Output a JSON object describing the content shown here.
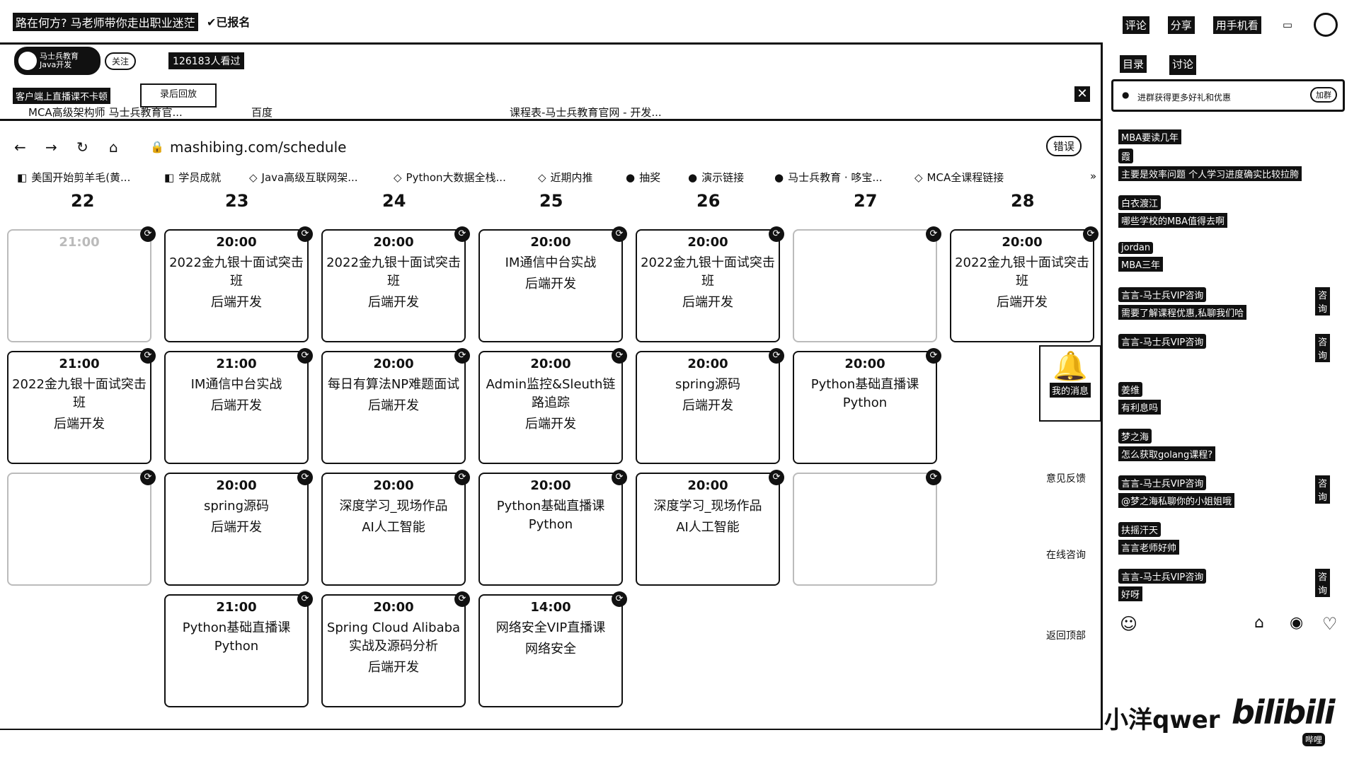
{
  "topbar": {
    "title": "路在何方? 马老师带你走出职业迷茫",
    "registered": "✔已报名",
    "right": [
      "评论",
      "分享",
      "用手机看",
      "▭"
    ]
  },
  "stream": {
    "org_name": "马士兵教育",
    "org_sub": "Java开发",
    "follow": "关注",
    "views": "126183人看过",
    "client_tip": "客户端上直播课不卡顿",
    "tab_label": "录后回放"
  },
  "browser": {
    "tabs": [
      "MCA高级架构师 马士兵教育官...",
      "百度",
      "课程表-马士兵教育官网 - 开发..."
    ],
    "url": "mashibing.com/schedule",
    "error_btn": "错误",
    "bookmarks": [
      "美国开始剪羊毛(黄...",
      "学员成就",
      "Java高级互联网架...",
      "Python大数据全栈...",
      "近期内推",
      "抽奖",
      "演示链接",
      "马士兵教育 · 哆宝...",
      "MCA全课程链接"
    ]
  },
  "calendar": {
    "days": [
      "22",
      "23",
      "24",
      "25",
      "26",
      "27",
      "28"
    ],
    "rows": [
      [
        {
          "time": "21:00",
          "title": "",
          "tag": "",
          "faint": true
        },
        {
          "time": "20:00",
          "title": "2022金九银十面试突击班",
          "tag": "后端开发"
        },
        {
          "time": "20:00",
          "title": "2022金九银十面试突击班",
          "tag": "后端开发"
        },
        {
          "time": "20:00",
          "title": "IM通信中台实战",
          "tag": "后端开发"
        },
        {
          "time": "20:00",
          "title": "2022金九银十面试突击班",
          "tag": "后端开发"
        },
        {
          "time": "",
          "title": "",
          "tag": "",
          "faint": true
        },
        {
          "time": "20:00",
          "title": "2022金九银十面试突击班",
          "tag": "后端开发"
        }
      ],
      [
        {
          "time": "21:00",
          "title": "2022金九银十面试突击班",
          "tag": "后端开发"
        },
        {
          "time": "21:00",
          "title": "IM通信中台实战",
          "tag": "后端开发"
        },
        {
          "time": "20:00",
          "title": "每日有算法NP难题面试",
          "tag": "后端开发"
        },
        {
          "time": "20:00",
          "title": "Admin监控&Sleuth链路追踪",
          "tag": "后端开发"
        },
        {
          "time": "20:00",
          "title": "spring源码",
          "tag": "后端开发"
        },
        {
          "time": "20:00",
          "title": "Python基础直播课",
          "tag": "Python"
        },
        null
      ],
      [
        {
          "time": "",
          "title": "",
          "tag": "",
          "faint": true
        },
        {
          "time": "20:00",
          "title": "spring源码",
          "tag": "后端开发"
        },
        {
          "time": "20:00",
          "title": "深度学习_现场作品",
          "tag": "AI人工智能"
        },
        {
          "time": "20:00",
          "title": "Python基础直播课",
          "tag": "Python"
        },
        {
          "time": "20:00",
          "title": "深度学习_现场作品",
          "tag": "AI人工智能"
        },
        {
          "time": "",
          "title": "",
          "tag": "",
          "faint": true
        },
        null
      ],
      [
        null,
        {
          "time": "21:00",
          "title": "Python基础直播课",
          "tag": "Python"
        },
        {
          "time": "20:00",
          "title": "Spring Cloud Alibaba实战及源码分析",
          "tag": "后端开发"
        },
        {
          "time": "14:00",
          "title": "网络安全VIP直播课",
          "tag": "网络安全"
        },
        null,
        null,
        null
      ]
    ]
  },
  "sidebar_float": {
    "bell_label": "我的消息",
    "feedback": "意见反馈",
    "consult": "在线咨询",
    "top": "返回顶部"
  },
  "chat": {
    "tabs": [
      "目录",
      "讨论"
    ],
    "join_group": "进群获得更多好礼和优惠",
    "join_btn": "加群",
    "consult_label": "咨询",
    "messages": [
      {
        "name": "",
        "text": "MBA要读几年"
      },
      {
        "name": "霞",
        "text": "主要是效率问题 个人学习进度确实比较拉胯"
      },
      {
        "name": "白衣渡江",
        "text": "哪些学校的MBA值得去啊"
      },
      {
        "name": "jordan",
        "text": "MBA三年"
      },
      {
        "name": "言言-马士兵VIP咨询",
        "text": "需要了解课程优惠,私聊我们哈",
        "consult": true
      },
      {
        "name": "言言-马士兵VIP咨询",
        "text": "",
        "consult": true
      },
      {
        "name": "姜维",
        "text": "有利息吗"
      },
      {
        "name": "梦之海",
        "text": "怎么获取golang课程?"
      },
      {
        "name": "言言-马士兵VIP咨询",
        "text": "@梦之海私聊你的小姐姐哦",
        "consult": true
      },
      {
        "name": "扶摇汗天",
        "text": "言言老师好帅"
      },
      {
        "name": "言言-马士兵VIP咨询",
        "text": "好呀",
        "consult": true
      }
    ]
  },
  "watermark": {
    "user": "小洋qwer",
    "logo": "bilibili",
    "badge": "哔哩"
  }
}
